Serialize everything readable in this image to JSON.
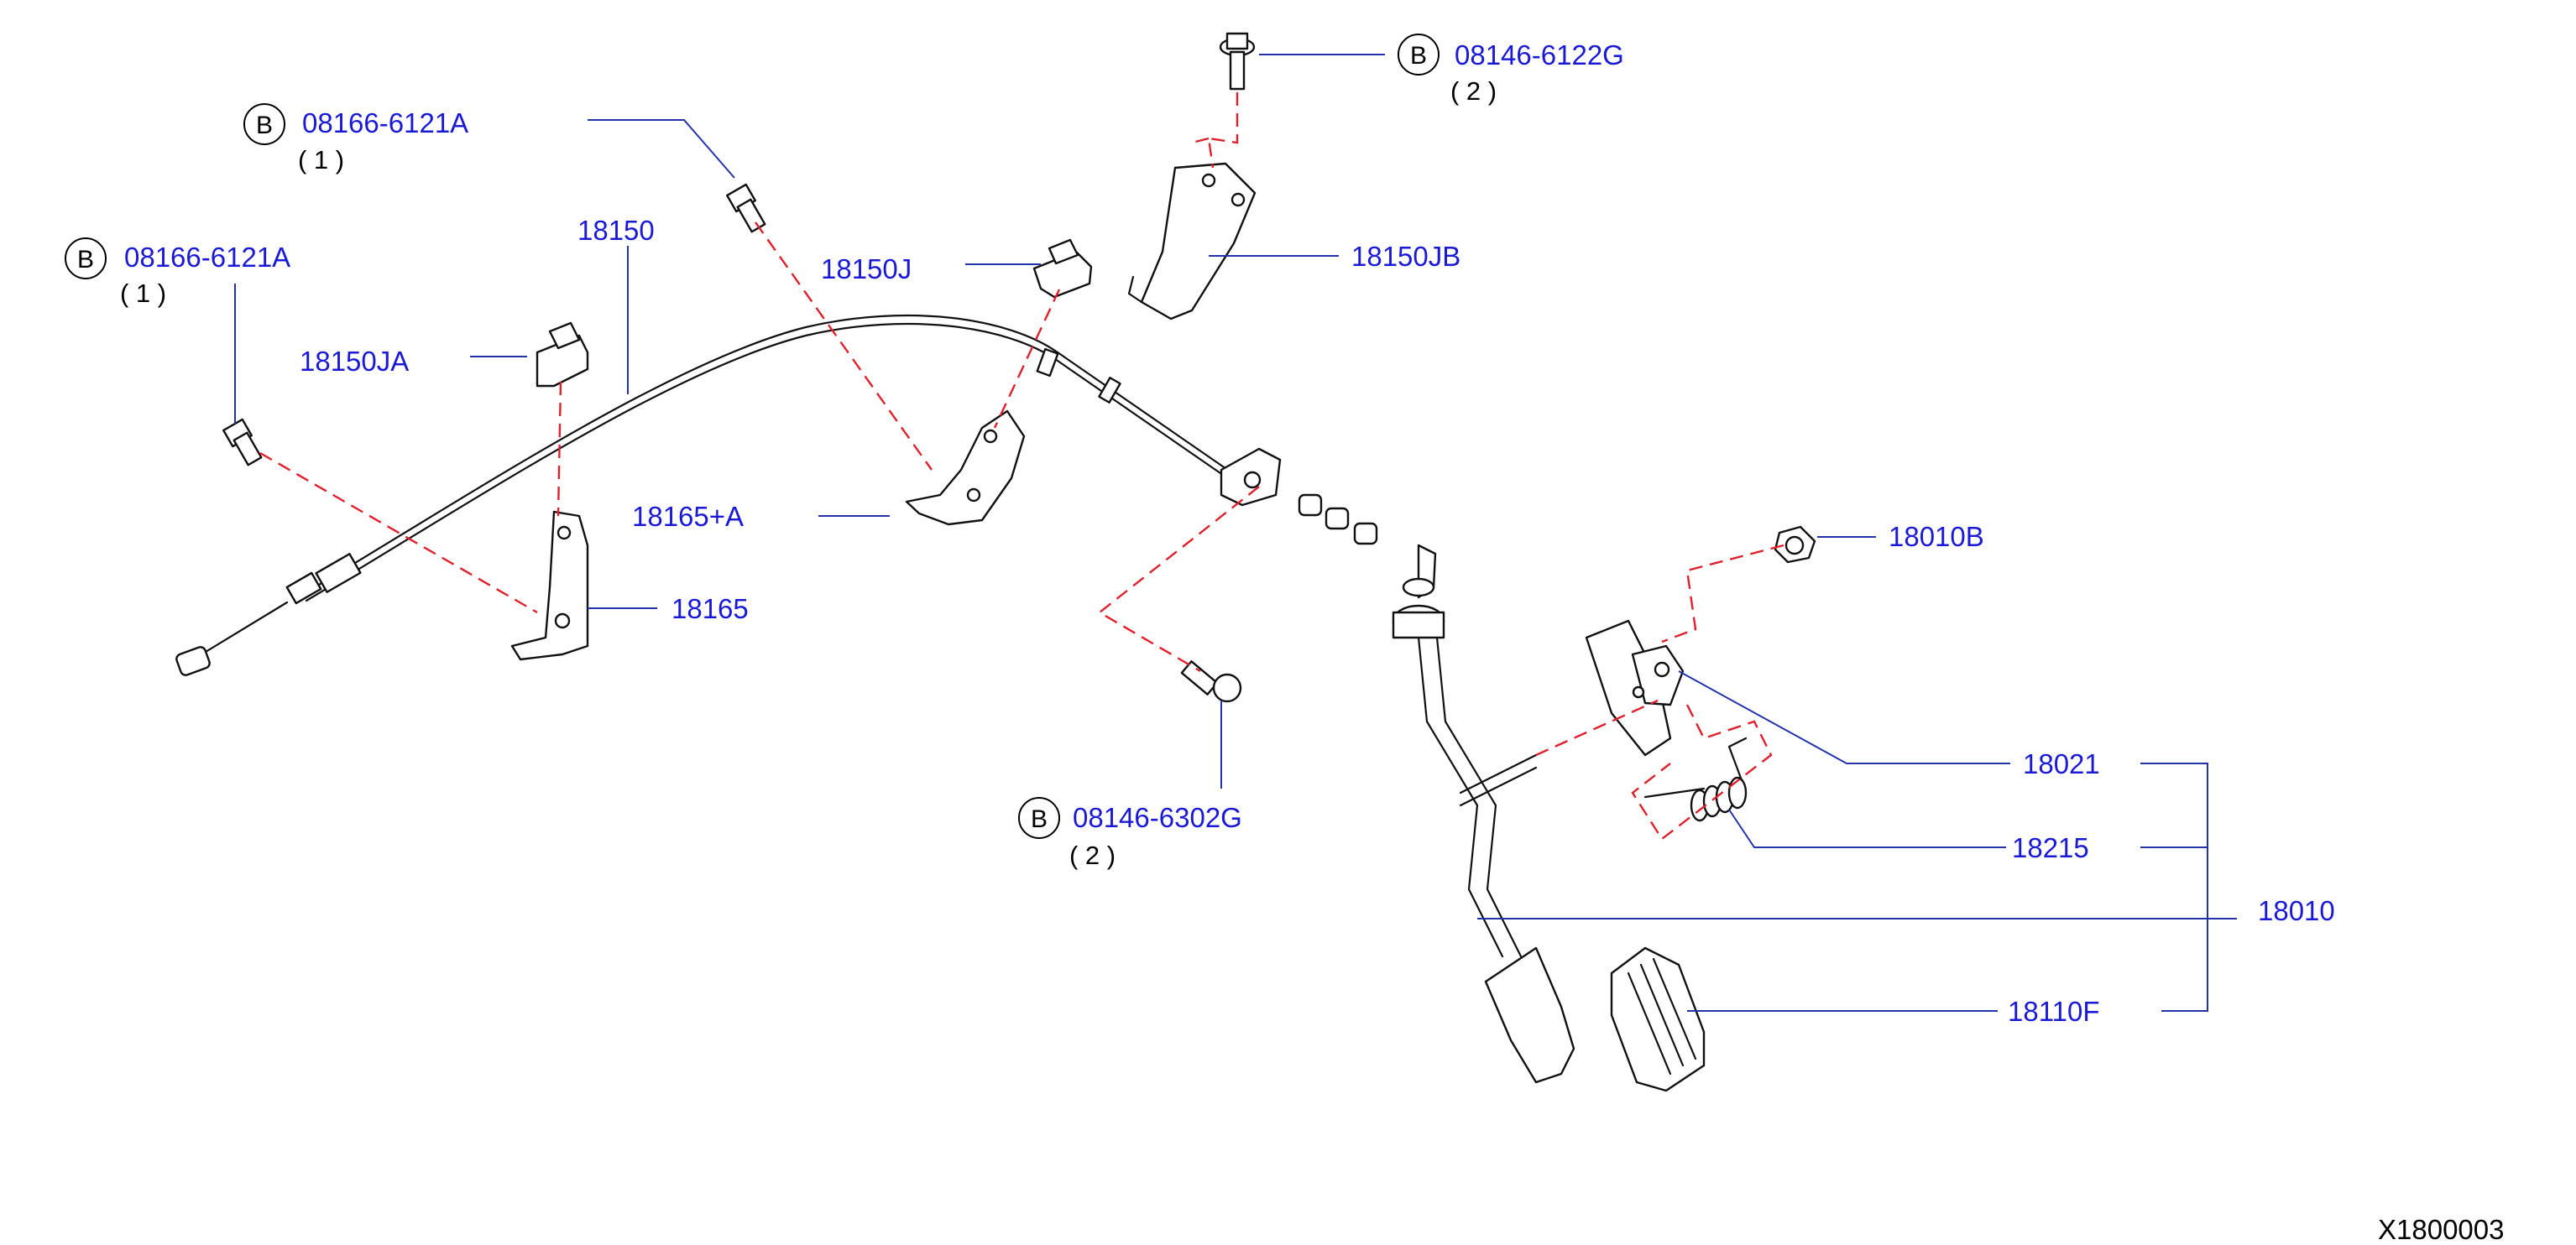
{
  "diagram": {
    "parts": {
      "p_08166_top": {
        "badge": "B",
        "number": "08166-6121A",
        "qty": "( 1 )"
      },
      "p_08166_left": {
        "badge": "B",
        "number": "08166-6121A",
        "qty": "( 1 )"
      },
      "p_08146_6122": {
        "badge": "B",
        "number": "08146-6122G",
        "qty": "( 2 )"
      },
      "p_08146_6302": {
        "badge": "B",
        "number": "08146-6302G",
        "qty": "( 2 )"
      },
      "p_18150": {
        "number": "18150"
      },
      "p_18150J": {
        "number": "18150J"
      },
      "p_18150JA": {
        "number": "18150JA"
      },
      "p_18150JB": {
        "number": "18150JB"
      },
      "p_18165A": {
        "number": "18165+A"
      },
      "p_18165": {
        "number": "18165"
      },
      "p_18010B": {
        "number": "18010B"
      },
      "p_18021": {
        "number": "18021"
      },
      "p_18215": {
        "number": "18215"
      },
      "p_18010": {
        "number": "18010"
      },
      "p_18110F": {
        "number": "18110F"
      }
    },
    "reference_code": "X1800003",
    "colors": {
      "label": "#1a1ad6",
      "leader": "#2233aa",
      "dashed": "#e0202a",
      "drawing": "#111111"
    }
  }
}
